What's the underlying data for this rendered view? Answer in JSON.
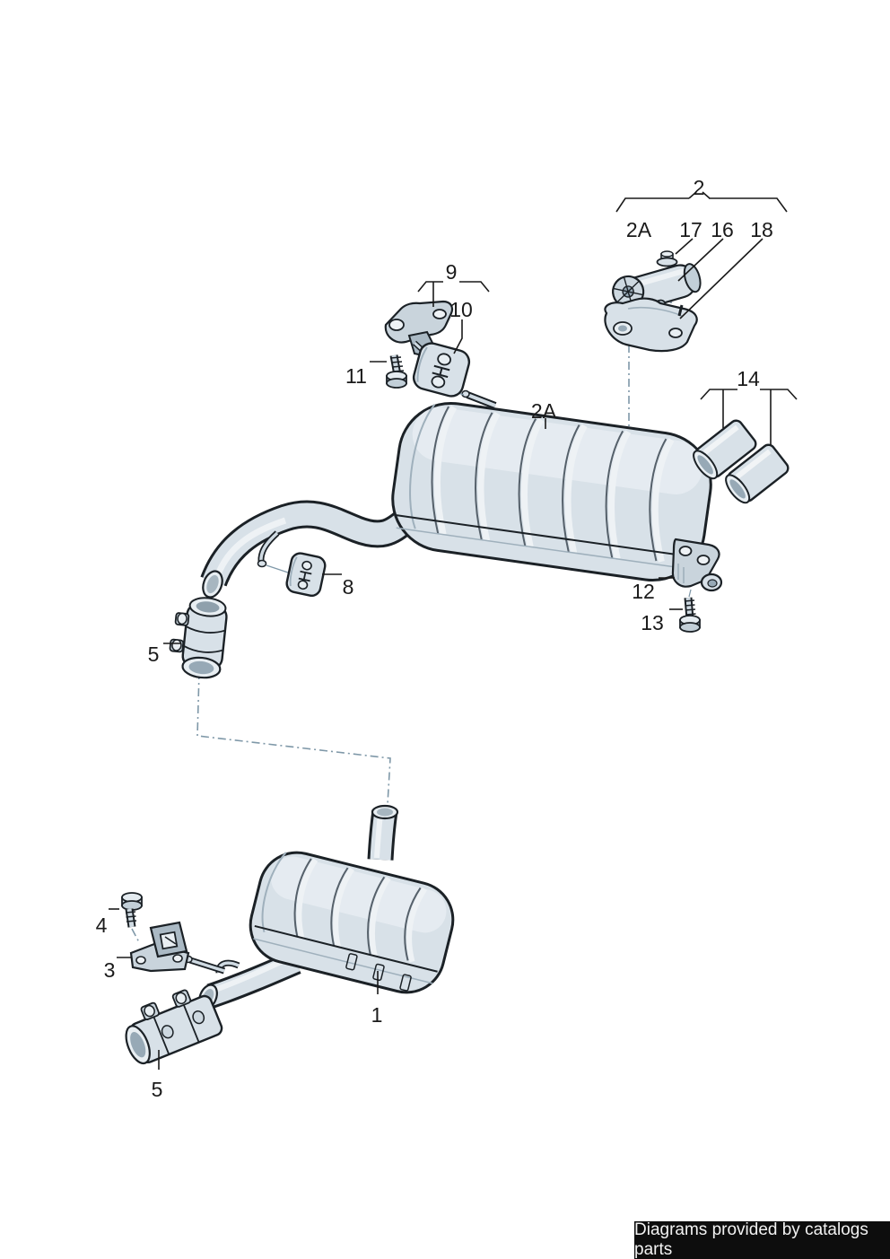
{
  "title": "Exhaust system parts diagram",
  "colors": {
    "background": "#ffffff",
    "outline": "#1b2126",
    "metal": "#d8e1e8",
    "metal_light": "#edf1f5",
    "metal_mid": "#c2cfd8",
    "metal_dark": "#97a9b6",
    "assembly_line": "#7f98a8",
    "label": "#1a1a1a",
    "footer_bg": "#0d0d0d",
    "footer_text": "#f2f2f2"
  },
  "callouts": [
    {
      "ref": "2",
      "depicts": "exhaust-flap-actuator-group"
    },
    {
      "ref": "2A",
      "depicts": "group-item-rear-silencer"
    },
    {
      "ref": "17",
      "depicts": "nut"
    },
    {
      "ref": "16",
      "depicts": "actuator-motor"
    },
    {
      "ref": "18",
      "depicts": "actuator-bracket"
    },
    {
      "ref": "9",
      "depicts": "hanger-bracket-group"
    },
    {
      "ref": "10",
      "depicts": "rubber-mounting"
    },
    {
      "ref": "11",
      "depicts": "bolt"
    },
    {
      "ref": "14",
      "depicts": "tailpipe-trims"
    },
    {
      "ref": "2A",
      "depicts": "rear-silencer"
    },
    {
      "ref": "8",
      "depicts": "rubber-mounting"
    },
    {
      "ref": "12",
      "depicts": "support-bracket"
    },
    {
      "ref": "13",
      "depicts": "bolt"
    },
    {
      "ref": "5",
      "depicts": "double-clamp"
    },
    {
      "ref": "4",
      "depicts": "bolt"
    },
    {
      "ref": "3",
      "depicts": "rubber-mounting-bracket"
    },
    {
      "ref": "1",
      "depicts": "centre-silencer"
    },
    {
      "ref": "5",
      "depicts": "double-clamp"
    }
  ],
  "footer": {
    "text": "Diagrams provided by catalogs parts"
  }
}
